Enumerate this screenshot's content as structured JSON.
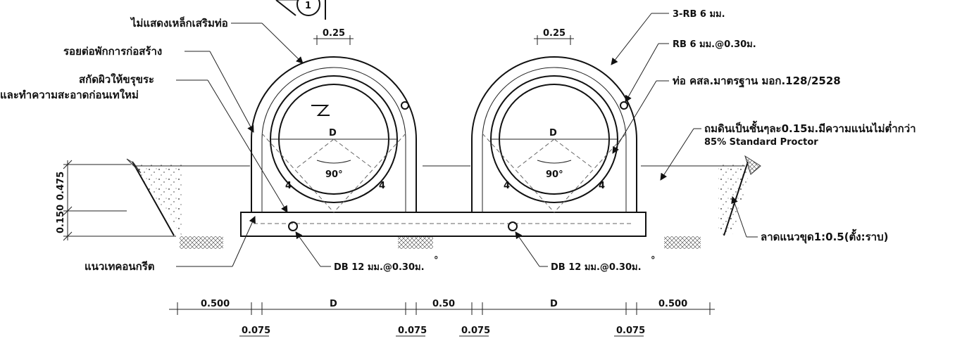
{
  "labels": {
    "no_rebar": "ไม่แสดงเหล็กเสริมท่อ",
    "construction_joint": "รอยต่อพักการก่อสร้าง",
    "roughen_1": "สกัดผิวให้ขรุขระ",
    "roughen_2": "และทำความสะอาดก่อนเทใหม่",
    "concrete_line": "แนวเทคอนกรีต",
    "rb3": "3-RB 6 มม.",
    "rb_spacing": "RB 6 มม.@0.30ม.",
    "pipe_std": "ท่อ คสล.มาตรฐาน มอก.128/2528",
    "fill_1": "ถมดินเป็นชั้นๆละ0.15ม.มีความแน่นไม่ต่ำกว่า",
    "fill_2": "85% Standard Proctor",
    "slope": "ลาดแนวขุด1:0.5(ตั้ง:ราบ)",
    "db_left": "DB 12 มม.@0.30ม.",
    "db_right": "DB 12 มม.@0.30ม.",
    "degree_mark": "°",
    "section_id": "1"
  },
  "dims": {
    "top_left": "0.25",
    "top_right": "0.25",
    "d_left": "D",
    "d_right": "D",
    "angle_left": "90°",
    "angle_right": "90°",
    "h_total": "0.475",
    "h_base": "0.150",
    "b_left": "0.500",
    "b_d1": "D",
    "b_mid": "0.50",
    "b_d2": "D",
    "b_right": "0.500",
    "s1": "0.075",
    "s2": "0.075",
    "s3": "0.075",
    "s4": "0.075",
    "chamfer1": "4",
    "chamfer2": "4",
    "chamfer3": "4",
    "chamfer4": "4"
  }
}
